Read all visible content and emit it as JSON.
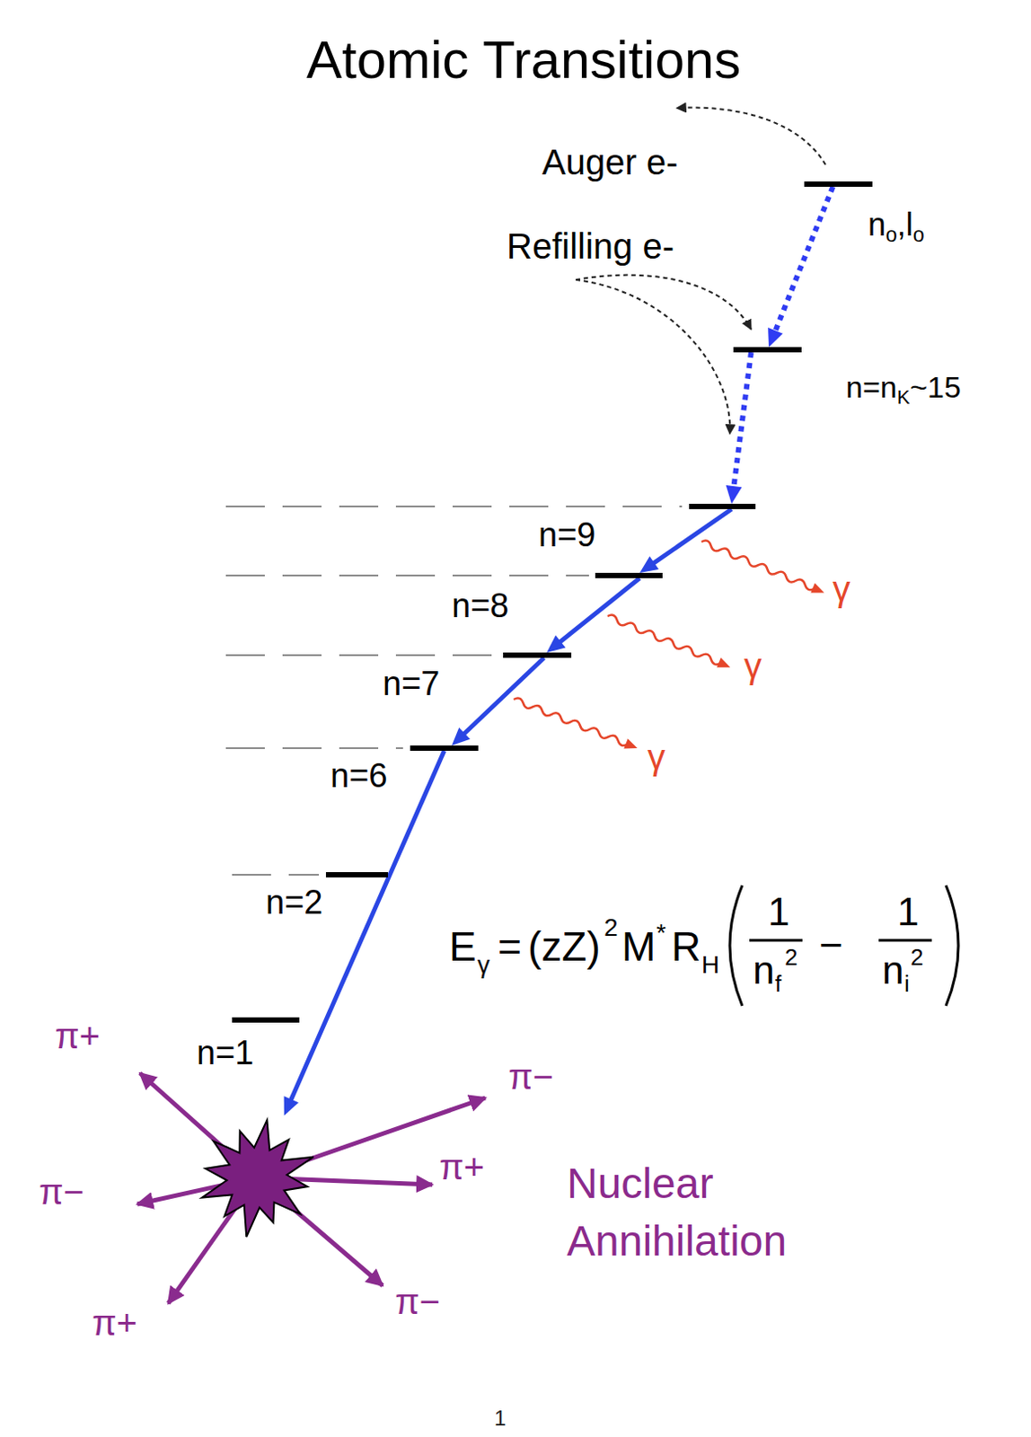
{
  "diagram": {
    "title": "Atomic Transitions",
    "nodes": [
      {
        "text": [
          "n",
          "o",
          ",l",
          "o"
        ]
      },
      {
        "text": [
          "n=n",
          "K",
          "~15"
        ]
      },
      {
        "text": [
          "n=9"
        ]
      },
      {
        "text": [
          "n=8"
        ]
      },
      {
        "text": [
          "n=7"
        ]
      },
      {
        "text": [
          "n=6"
        ]
      },
      {
        "text": [
          "n=2"
        ]
      },
      {
        "text": [
          "n=1"
        ]
      },
      {
        "text": [
          "Nuclear Annihilation"
        ]
      }
    ],
    "edges": [
      {
        "from": 0,
        "to": 1,
        "arrow": "to"
      },
      {
        "from": 1,
        "to": 2,
        "arrow": "to"
      },
      {
        "from": 2,
        "to": 3,
        "arrow": "to"
      },
      {
        "from": 3,
        "to": 4,
        "arrow": "to"
      },
      {
        "from": 4,
        "to": 5,
        "arrow": "to"
      },
      {
        "from": 5,
        "to": 8,
        "arrow": "to"
      }
    ],
    "labels": [
      "Auger e-",
      "Refilling e-",
      "γ",
      "γ",
      "γ",
      "E",
      "γ",
      "=",
      "(zZ)",
      "2",
      "M",
      "*",
      "R",
      "H",
      "1",
      "n",
      "f",
      "2",
      "−",
      "1",
      "n",
      "i",
      "2",
      "π+",
      "π−",
      "π+",
      "π−",
      "π+",
      "π−",
      "1"
    ]
  }
}
